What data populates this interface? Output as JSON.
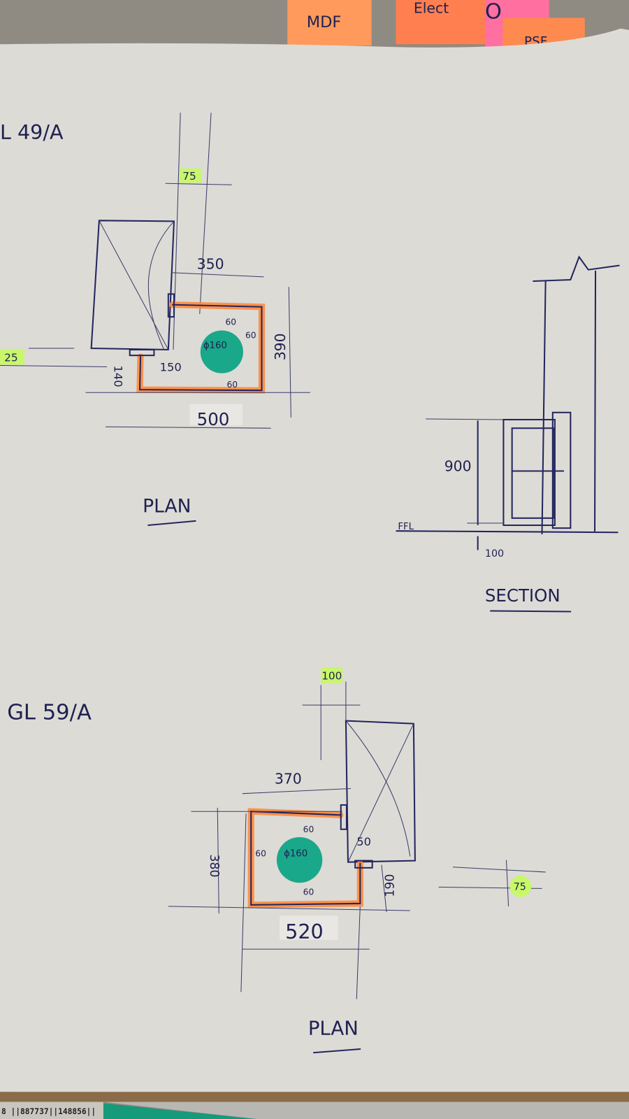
{
  "sticky_notes": [
    {
      "label": "MDF",
      "color": "#ff9a5c"
    },
    {
      "label": "Elect",
      "color": "#ff7f50"
    },
    {
      "label": "O",
      "color": "#ff6fa0"
    },
    {
      "label": "PSF",
      "color": "#ff8a50"
    }
  ],
  "colors": {
    "ink": "#23265e",
    "marker_orange": "#ff8a3d",
    "marker_green": "#19a88a",
    "highlight": "#c8f76a",
    "paper": "#dddbd6"
  },
  "drawing_1": {
    "ref": "L 49/A",
    "dims": {
      "top": "75",
      "width_top": "350",
      "depth": "390",
      "clear_top": "60",
      "clear_right": "60",
      "clear_bottom": "60",
      "pipe": "ϕ160",
      "offset": "150",
      "return": "140",
      "left": "25",
      "overall": "500"
    },
    "title": "PLAN"
  },
  "section": {
    "height": "900",
    "level": "FFL",
    "base": "100",
    "title": "SECTION"
  },
  "drawing_2": {
    "ref": "GL 59/A",
    "dims": {
      "top": "100",
      "width_top": "370",
      "depth": "380",
      "clear_top": "60",
      "clear_left": "60",
      "clear_bottom": "60",
      "pipe": "ϕ160",
      "offset": "50",
      "return": "190",
      "right": "75",
      "overall": "520"
    },
    "title": "PLAN"
  },
  "barcode": "8 ||887737||148856||"
}
